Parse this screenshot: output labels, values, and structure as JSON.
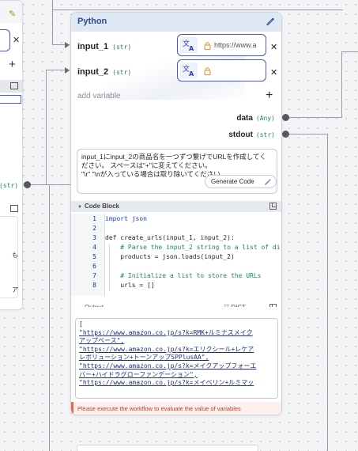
{
  "left_node": {
    "type_tag": "(str)",
    "text_lines": [
      "も",
      "ア"
    ]
  },
  "node": {
    "title": "Python",
    "inputs": [
      {
        "name": "input_1",
        "type": "(str)",
        "value": "https://www.a"
      },
      {
        "name": "input_2",
        "type": "(str)",
        "value": ""
      }
    ],
    "add_variable": "add variable",
    "outputs": [
      {
        "name": "data",
        "type": "(Any)"
      },
      {
        "name": "stdout",
        "type": "(str)"
      }
    ],
    "prompt_lines": [
      "input_1にinput_2の商品名を一つずつ繋げでURLを作成してく",
      "ださい。 スペースは\"+\"に変えてください。",
      "\"\\r\" \"\\nが入っている場合は取り除いてください"
    ],
    "generate_code_label": "Generate Code",
    "code_block_title": "Code Block",
    "code_lines": [
      {
        "n": "1",
        "text": "import json"
      },
      {
        "n": "2",
        "text": ""
      },
      {
        "n": "3",
        "text": "def create_urls(input_1, input_2):"
      },
      {
        "n": "4",
        "text": "    # Parse the input_2 string to a list of di"
      },
      {
        "n": "5",
        "text": "    products = json.loads(input_2)"
      },
      {
        "n": "6",
        "text": ""
      },
      {
        "n": "7",
        "text": "    # Initialize a list to store the URLs"
      },
      {
        "n": "8",
        "text": "    urls = []"
      }
    ],
    "output_title": "Output",
    "output_format": "DICT",
    "output_lines": [
      "[",
      "  \"https://www.amazon.co.jp/s?k=RMK+ルミナスメイク",
      "  アップベース\",",
      "  \"https://www.amazon.co.jp/s?k=エリクシール+レケア",
      "  レボリューション+トーンアップSPPlusAA\",",
      "  \"https://www.amazon.co.jp/s?k=メイクアップフォーエ",
      "  バー+ハイドラグローファンデーション\",",
      "  \"https://www.amazon.co.jp/s?k=メイベリン+ルミマッ"
    ],
    "warning": "Please execute the workflow to evaluate the value of variables"
  },
  "colors": {
    "accent": "#4b57c7",
    "header_bg": "#dfe8f5",
    "type_green": "#1b8a57",
    "warning_red": "#c0392b"
  }
}
